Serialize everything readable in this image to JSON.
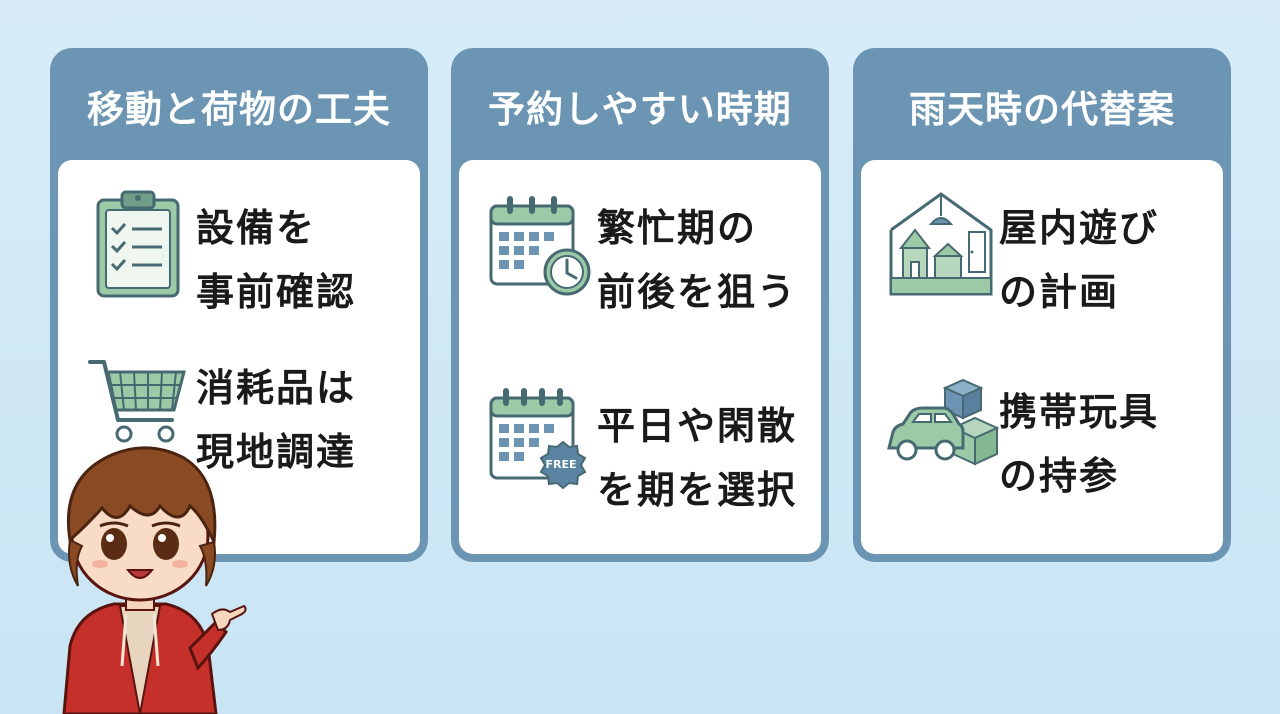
{
  "colors": {
    "background": "#d2eaf7",
    "card_header": "#6b95b3",
    "card_body": "#ffffff",
    "icon_green": "#9ccaa6",
    "icon_blue": "#6c93b2",
    "icon_stroke": "#476a72"
  },
  "cards": [
    {
      "title": "移動と荷物の工夫",
      "items": [
        {
          "line1": "設備を",
          "line2": "事前確認",
          "icon": "clipboard-checklist-icon"
        },
        {
          "line1": "消耗品は",
          "line2": "現地調達",
          "icon": "shopping-cart-icon"
        }
      ]
    },
    {
      "title": "予約しやすい時期",
      "items": [
        {
          "line1": "繁忙期の",
          "line2": "前後を狙う",
          "icon": "calendar-clock-icon"
        },
        {
          "line1": "平日や閑散",
          "line2": "を期を選択",
          "icon": "calendar-free-icon",
          "badge": "FREE"
        }
      ]
    },
    {
      "title": "雨天時の代替案",
      "items": [
        {
          "line1": "屋内遊び",
          "line2": "の計画",
          "icon": "indoor-playroom-icon"
        },
        {
          "line1": "携帯玩具",
          "line2": "の持参",
          "icon": "toy-car-blocks-icon"
        }
      ]
    }
  ],
  "mascot": {
    "icon": "mascot-boy-pointing-icon"
  }
}
